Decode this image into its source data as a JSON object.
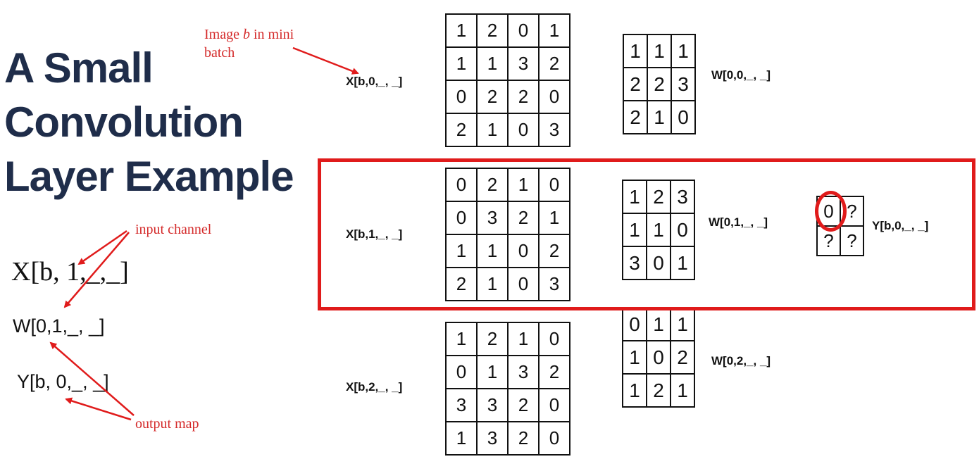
{
  "title": {
    "lines": [
      "A Small",
      "Convolution",
      "Layer Example"
    ]
  },
  "annotations": {
    "image_b_prefix": "Image ",
    "image_b_var": "b",
    "image_b_suffix": " in mini",
    "image_b_line2": "batch",
    "input_channel": "input channel",
    "output_map": "output map"
  },
  "left_labels": {
    "x": "X[b, 1,_,_]",
    "w": "W[0,1,_, _]",
    "y": "Y[b, 0,_, _]"
  },
  "inputs": [
    {
      "label": "X[b,0,_, _]",
      "rows": [
        [
          "1",
          "2",
          "0",
          "1"
        ],
        [
          "1",
          "1",
          "3",
          "2"
        ],
        [
          "0",
          "2",
          "2",
          "0"
        ],
        [
          "2",
          "1",
          "0",
          "3"
        ]
      ]
    },
    {
      "label": "X[b,1,_, _]",
      "rows": [
        [
          "0",
          "2",
          "1",
          "0"
        ],
        [
          "0",
          "3",
          "2",
          "1"
        ],
        [
          "1",
          "1",
          "0",
          "2"
        ],
        [
          "2",
          "1",
          "0",
          "3"
        ]
      ]
    },
    {
      "label": "X[b,2,_, _]",
      "rows": [
        [
          "1",
          "2",
          "1",
          "0"
        ],
        [
          "0",
          "1",
          "3",
          "2"
        ],
        [
          "3",
          "3",
          "2",
          "0"
        ],
        [
          "1",
          "3",
          "2",
          "0"
        ]
      ]
    }
  ],
  "filters": [
    {
      "label": "W[0,0,_, _]",
      "rows": [
        [
          "1",
          "1",
          "1"
        ],
        [
          "2",
          "2",
          "3"
        ],
        [
          "2",
          "1",
          "0"
        ]
      ]
    },
    {
      "label": "W[0,1,_, _]",
      "rows": [
        [
          "1",
          "2",
          "3"
        ],
        [
          "1",
          "1",
          "0"
        ],
        [
          "3",
          "0",
          "1"
        ]
      ]
    },
    {
      "label": "W[0,2,_, _]",
      "rows": [
        [
          "0",
          "1",
          "1"
        ],
        [
          "1",
          "0",
          "2"
        ],
        [
          "1",
          "2",
          "1"
        ]
      ]
    }
  ],
  "output": {
    "label": "Y[b,0,_, _]",
    "rows": [
      [
        "0",
        "?"
      ],
      [
        "?",
        "?"
      ]
    ]
  },
  "colors": {
    "title": "#1f2d4a",
    "annotation": "#d42a2a",
    "highlight": "#e01b1b"
  }
}
